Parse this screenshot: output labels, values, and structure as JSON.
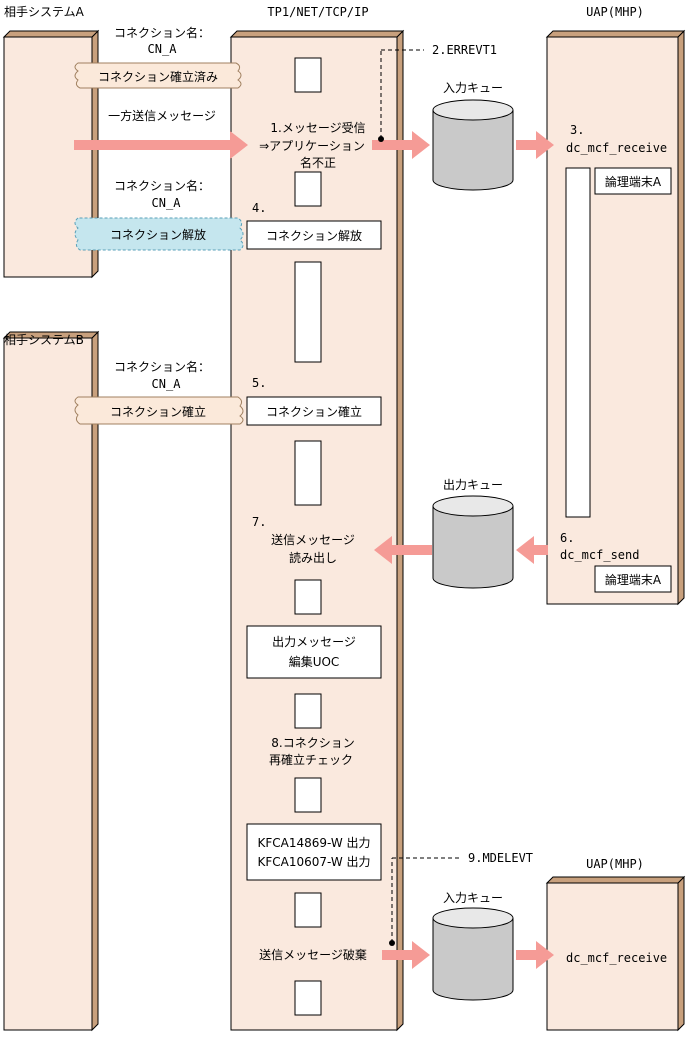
{
  "colors": {
    "pillar_face": "#fae9de",
    "pillar_side": "#c8a07d",
    "arrow": "#f59b96",
    "scroll_default": "#fbe9da",
    "scroll_release": "#c5e6ee",
    "cylinder_top": "#e8e8e8",
    "cylinder_body": "#c9c9c9"
  },
  "columns": {
    "system_a": "相手システムA",
    "system_b": "相手システムB",
    "tp1": "TP1/NET/TCP/IP",
    "uap_top": "UAP(MHP)",
    "uap_bottom": "UAP(MHP)"
  },
  "labels": {
    "conn_name_1a": "コネクション名：",
    "conn_name_1b": "CN_A",
    "conn_established_done": "コネクション確立済み",
    "oneway_message": "一方送信メッセージ",
    "conn_name_2a": "コネクション名：",
    "conn_name_2b": "CN_A",
    "conn_release_scroll": "コネクション解放",
    "conn_name_3a": "コネクション名：",
    "conn_name_3b": "CN_A",
    "conn_establish_scroll": "コネクション確立"
  },
  "steps": {
    "s1_line1": "1.メッセージ受信",
    "s1_line2": "⇒アプリケーション",
    "s1_line3": "名不正",
    "s2": "2.ERREVT1",
    "s3_num": "3.",
    "s3_func": "dc_mcf_receive",
    "s4": "4.",
    "s4_box": "コネクション解放",
    "s5": "5.",
    "s5_box": "コネクション確立",
    "s6_num": "6.",
    "s6_func": "dc_mcf_send",
    "s7_num": "7.",
    "s7_line1": "送信メッセージ",
    "s7_line2": "読み出し",
    "uoc_line1": "出力メッセージ",
    "uoc_line2": "編集UOC",
    "s8_line1": "8.コネクション",
    "s8_line2": "再確立チェック",
    "kfca_line1": "KFCA14869-W 出力",
    "kfca_line2": "KFCA10607-W 出力",
    "s9": "9.MDELEVT",
    "discard": "送信メッセージ破棄",
    "receive_bottom": "dc_mcf_receive"
  },
  "queues": {
    "input_top": "入力キュー",
    "output": "出力キュー",
    "input_bottom": "入力キュー"
  },
  "terminals": {
    "term1": "論理端末A",
    "term2": "論理端末A"
  }
}
